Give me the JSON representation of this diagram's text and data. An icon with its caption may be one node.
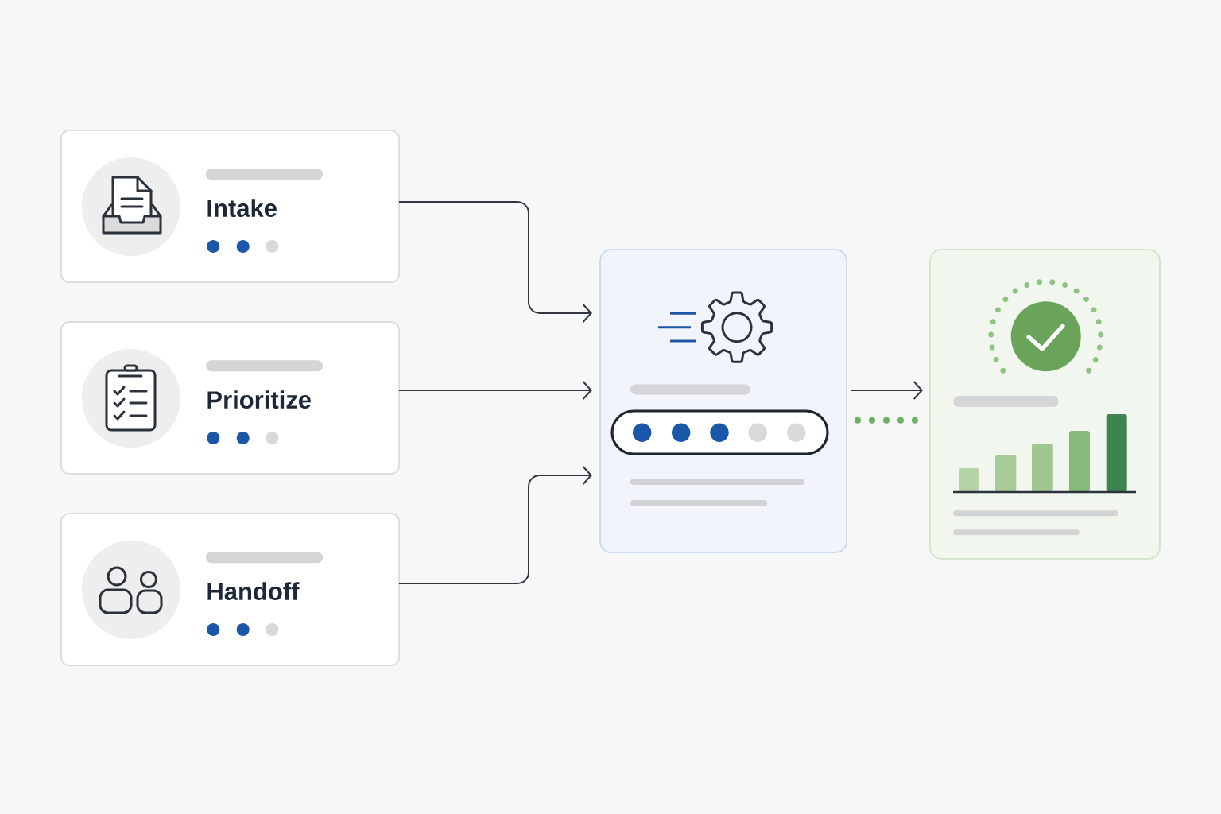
{
  "diagram": {
    "nodes": [
      {
        "text": [
          "Intake"
        ]
      },
      {
        "text": [
          "Prioritize"
        ]
      },
      {
        "text": [
          "Handoff"
        ]
      },
      {
        "text": [],
        "shape": "box"
      },
      {
        "text": [],
        "shape": "box"
      }
    ],
    "edges": [
      {
        "from": 0,
        "to": 3,
        "arrow": "to"
      },
      {
        "from": 1,
        "to": 3,
        "arrow": "to"
      },
      {
        "from": 2,
        "to": 3,
        "arrow": "to"
      },
      {
        "from": 3,
        "to": 4,
        "arrow": "to"
      },
      {
        "from": 3,
        "to": 4,
        "arrow": "none",
        "style": "dashed",
        "color": "#6fae66"
      }
    ]
  }
}
